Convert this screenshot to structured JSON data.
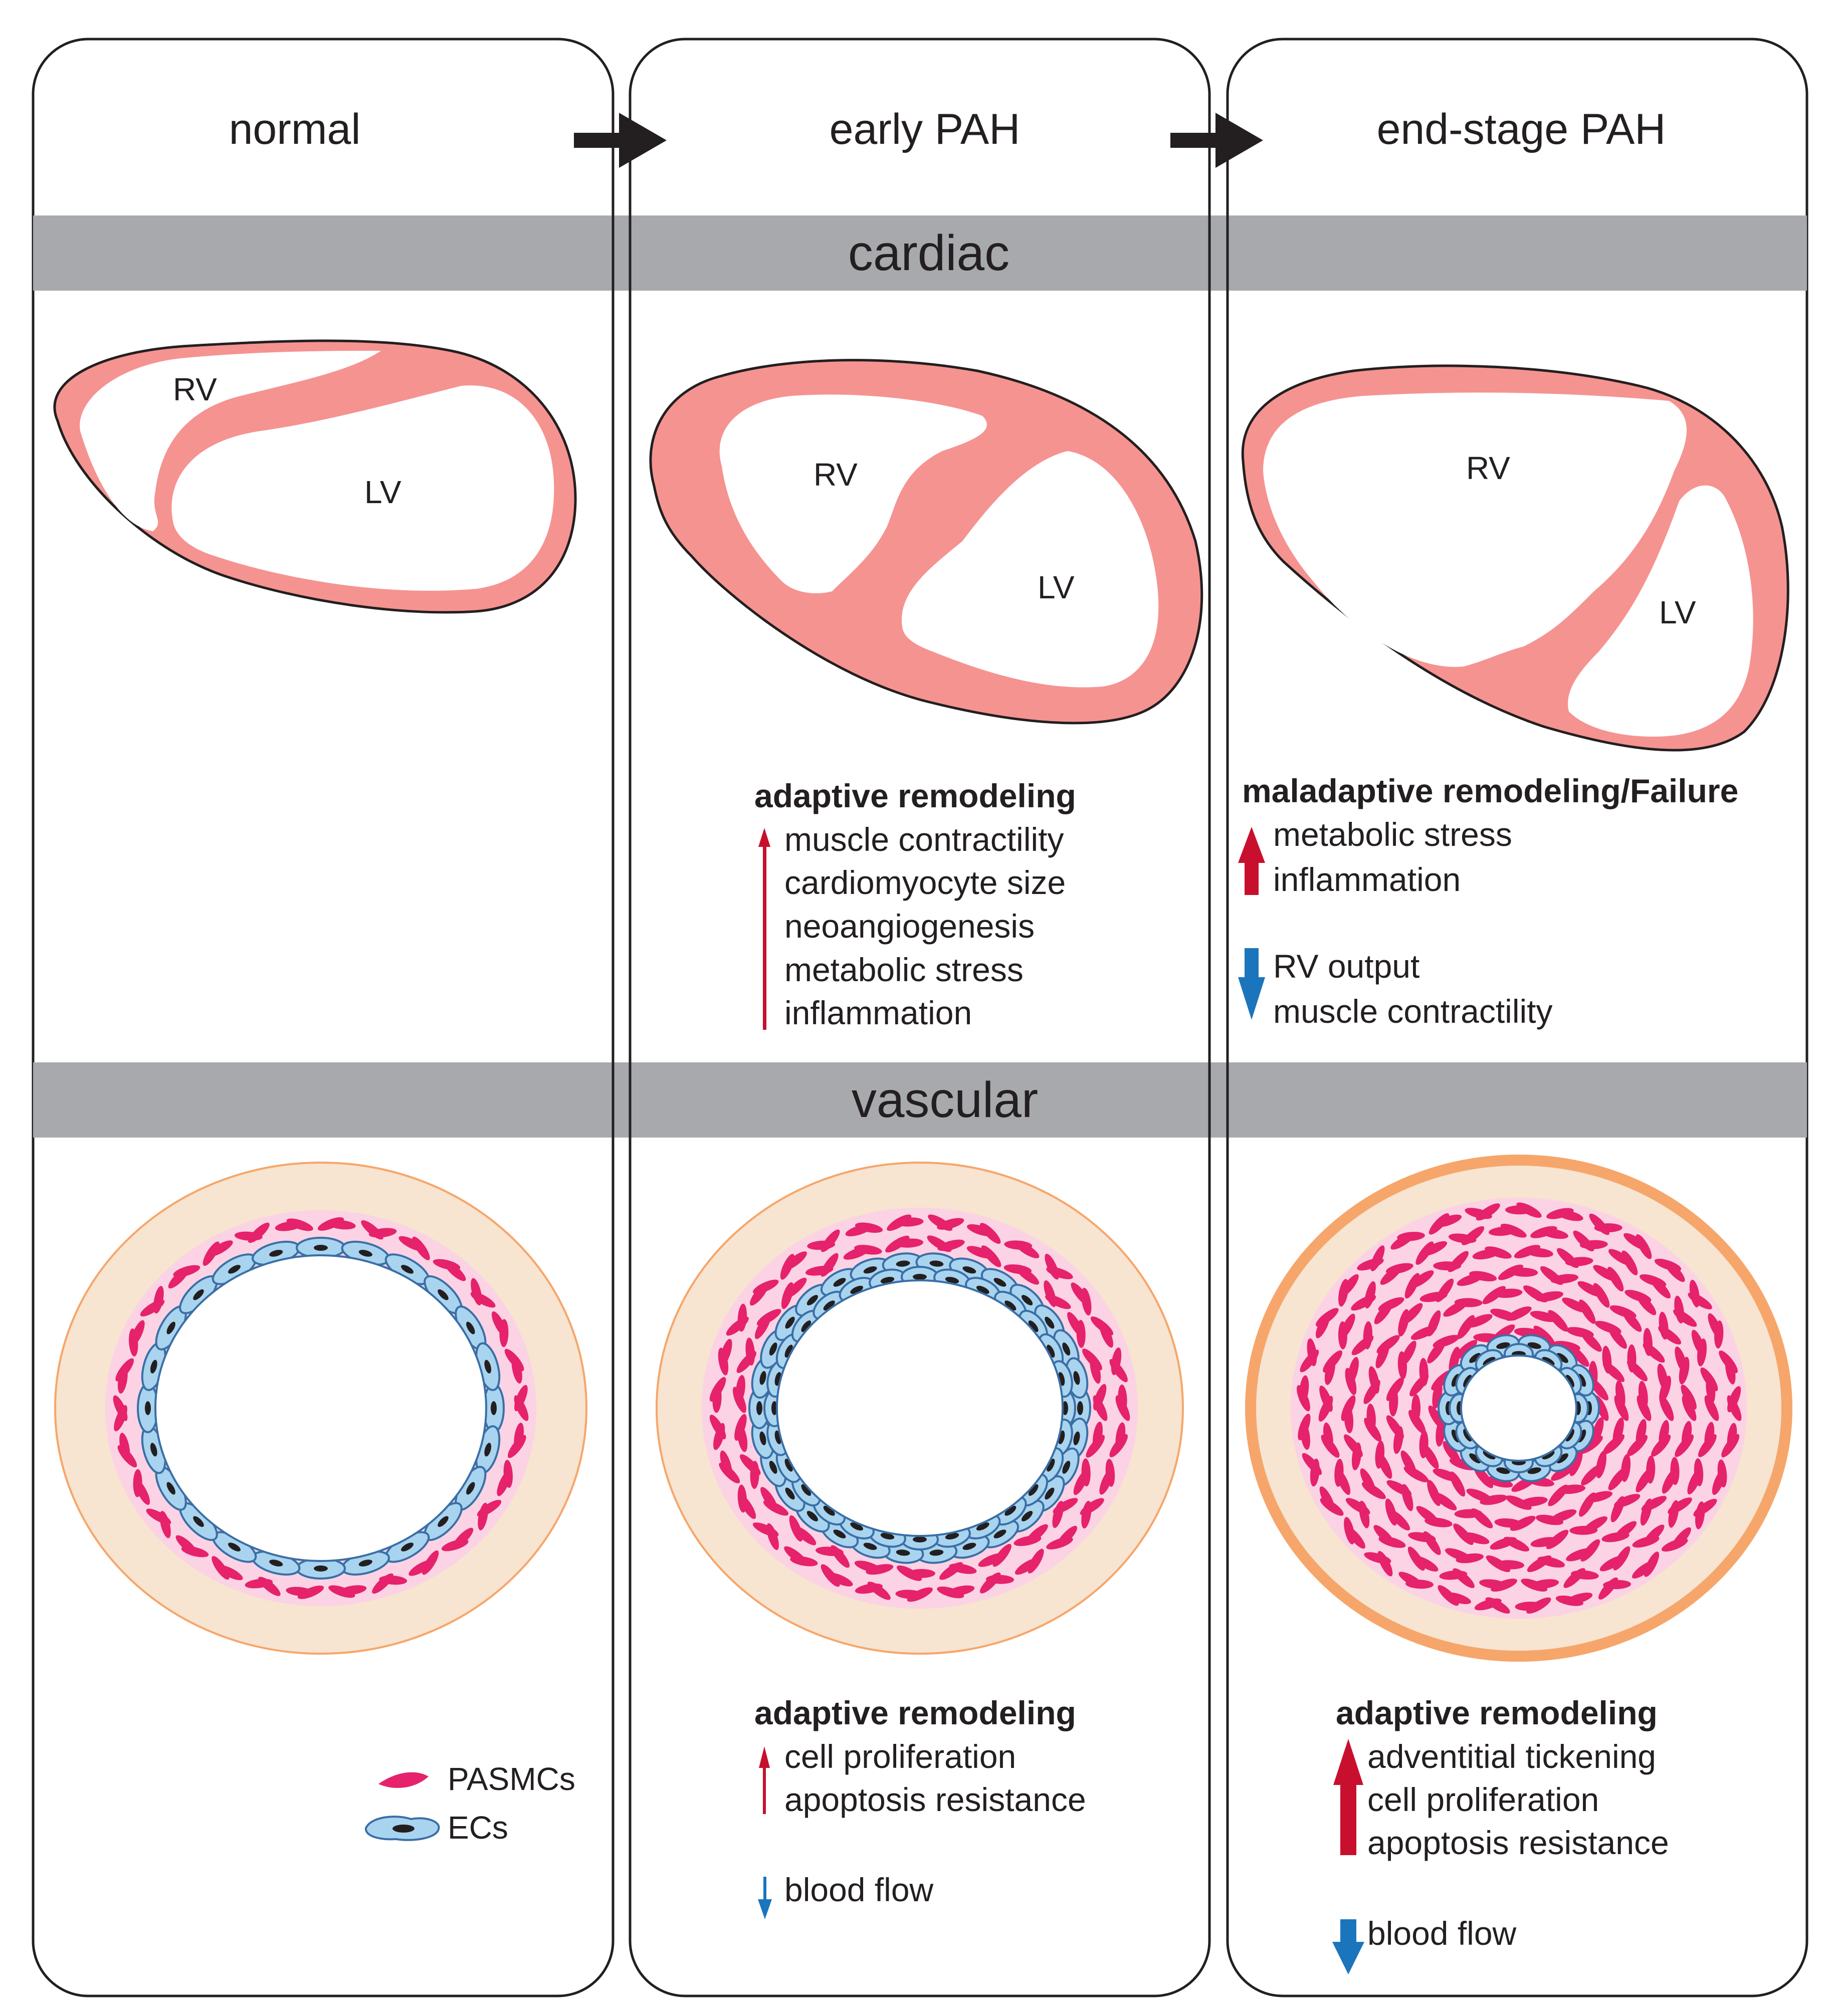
{
  "stages": [
    {
      "title": "normal"
    },
    {
      "title": "early PAH"
    },
    {
      "title": "end-stage PAH"
    }
  ],
  "bands": {
    "cardiac": "cardiac",
    "vascular": "vascular"
  },
  "hearts": [
    {
      "rv": "RV",
      "lv": "LV"
    },
    {
      "rv": "RV",
      "lv": "LV"
    },
    {
      "rv": "RV",
      "lv": "LV"
    }
  ],
  "cardiac_notes": {
    "early": {
      "heading": "adaptive remodeling",
      "up_items": [
        "muscle contractility",
        "cardiomyocyte size",
        "neoangiogenesis",
        "metabolic stress",
        "inflammation"
      ]
    },
    "end": {
      "heading": "maladaptive remodeling/Failure",
      "up_items": [
        "metabolic stress",
        "inflammation"
      ],
      "down_items": [
        "RV output",
        "muscle contractility"
      ]
    }
  },
  "vascular_notes": {
    "early": {
      "heading": "adaptive remodeling",
      "up_items": [
        "cell proliferation",
        "apoptosis resistance"
      ],
      "down_items": [
        "blood flow"
      ]
    },
    "end": {
      "heading": "adaptive remodeling",
      "up_items": [
        "adventitial tickening",
        "cell proliferation",
        "apoptosis resistance"
      ],
      "down_items": [
        "blood flow"
      ]
    }
  },
  "legend": {
    "pasmc": "PASMCs",
    "ec": "ECs"
  },
  "colors": {
    "myocardium": "#f59391",
    "band": "#a7a9ac",
    "adventitia": "#f7e4d1",
    "media": "#fbd3e4",
    "pasmc": "#e5226b",
    "ec": "#a9d4ef",
    "up_arrow": "#c8102e",
    "down_arrow": "#1b75bc"
  }
}
